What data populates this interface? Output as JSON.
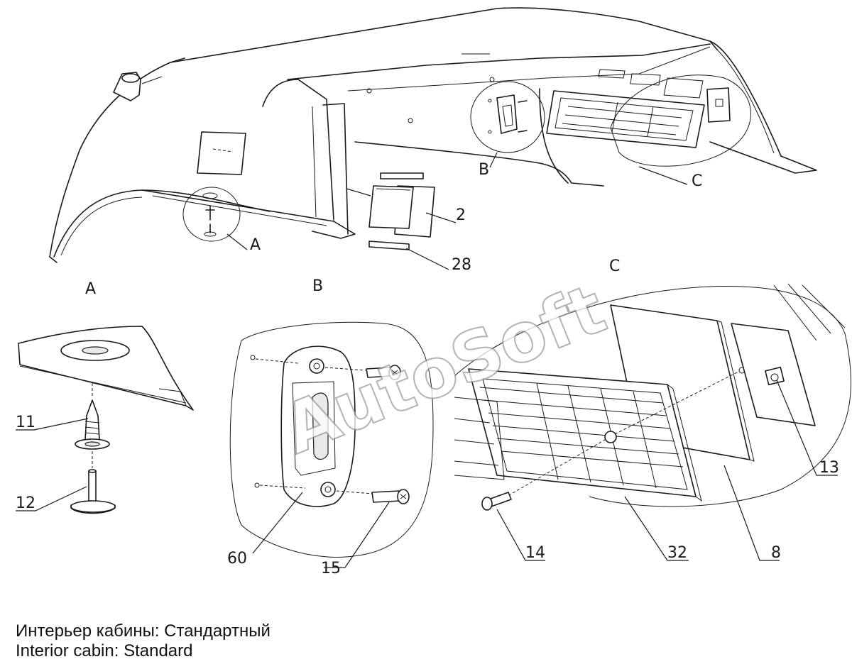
{
  "callouts": {
    "n2": "2",
    "n28": "28",
    "n11": "11",
    "n12": "12",
    "n60": "60",
    "n15": "15",
    "n14": "14",
    "n32": "32",
    "n8": "8",
    "n13": "13"
  },
  "view_markers": {
    "a": "A",
    "b": "B",
    "c": "C"
  },
  "detail_titles": {
    "a": "A",
    "b": "B",
    "c": "C"
  },
  "watermark": "AutoSoft",
  "caption": {
    "ru": "Интерьер кабины: Стандартный",
    "en": "Interior cabin: Standard"
  }
}
